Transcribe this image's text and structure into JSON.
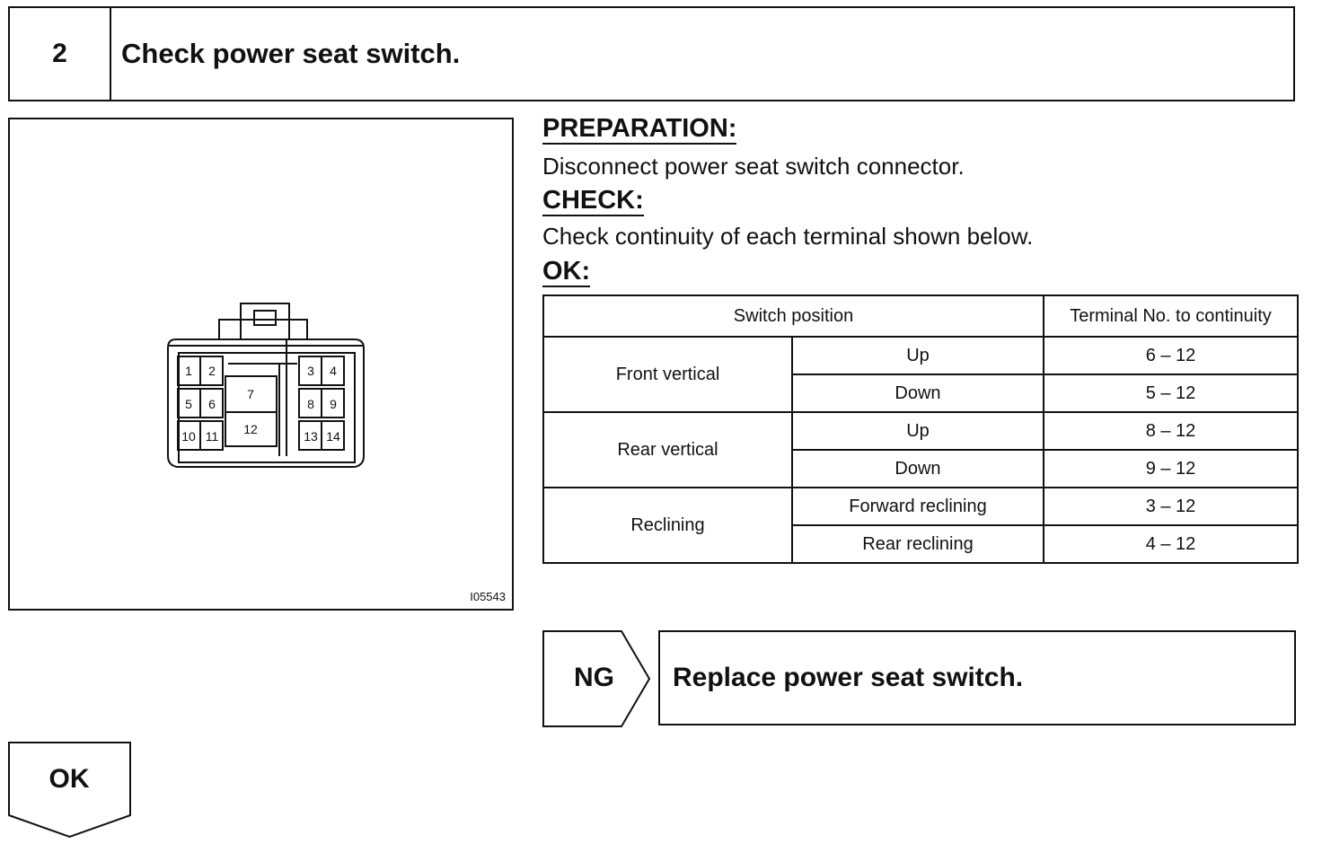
{
  "step": {
    "number": "2",
    "title": "Check power seat switch."
  },
  "figure": {
    "code": "I05543",
    "terminals": [
      "1",
      "2",
      "3",
      "4",
      "5",
      "6",
      "7",
      "8",
      "9",
      "10",
      "11",
      "12",
      "13",
      "14"
    ]
  },
  "procedure": {
    "preparation_heading": "PREPARATION:",
    "preparation_text": "Disconnect power seat switch connector.",
    "check_heading": "CHECK:",
    "check_text": "Check continuity of each terminal shown below.",
    "ok_heading": "OK:"
  },
  "table": {
    "header_position": "Switch position",
    "header_terminal": "Terminal No. to continuity",
    "groups": [
      {
        "name": "Front vertical",
        "rows": [
          {
            "position": "Up",
            "terminals": "6 – 12"
          },
          {
            "position": "Down",
            "terminals": "5 – 12"
          }
        ]
      },
      {
        "name": "Rear vertical",
        "rows": [
          {
            "position": "Up",
            "terminals": "8 – 12"
          },
          {
            "position": "Down",
            "terminals": "9 – 12"
          }
        ]
      },
      {
        "name": "Reclining",
        "rows": [
          {
            "position": "Forward reclining",
            "terminals": "3 – 12"
          },
          {
            "position": "Rear reclining",
            "terminals": "4 – 12"
          }
        ]
      }
    ]
  },
  "ng": {
    "label": "NG",
    "action": "Replace power seat switch."
  },
  "ok": {
    "label": "OK"
  }
}
